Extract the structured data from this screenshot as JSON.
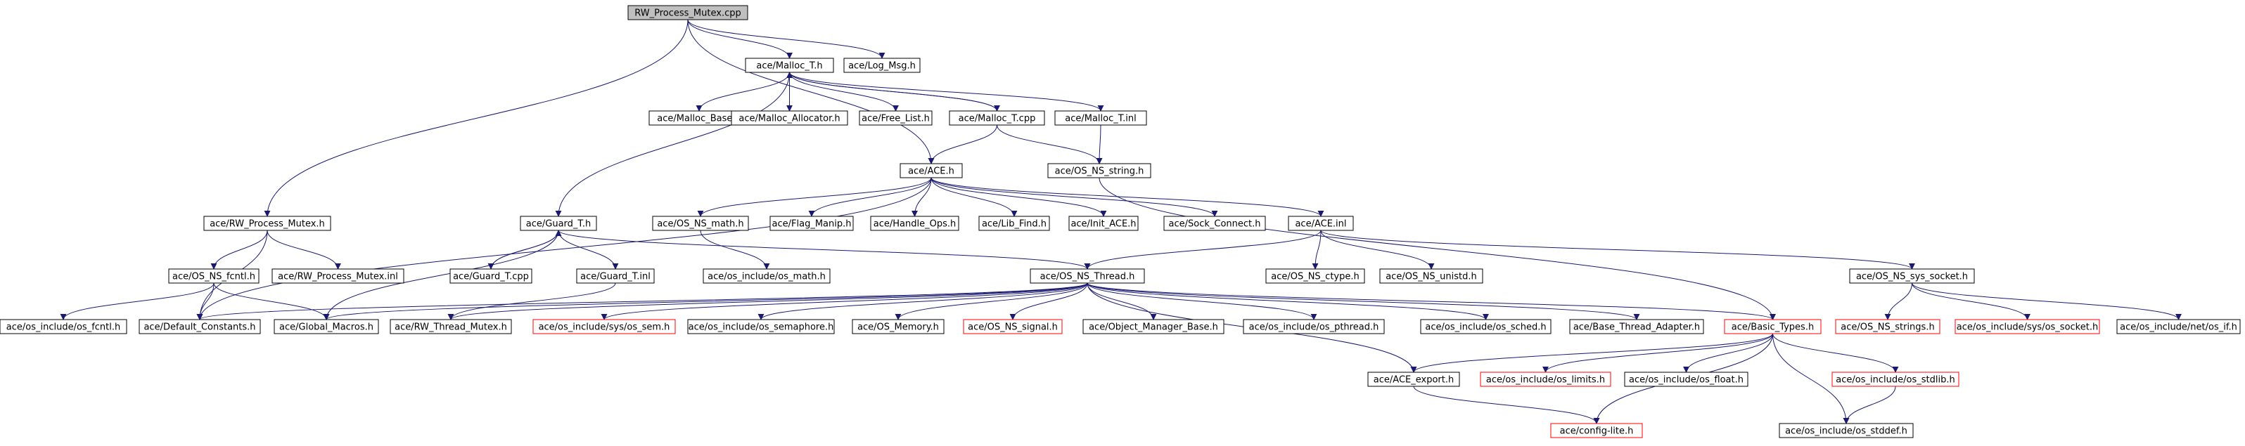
{
  "colors": {
    "edge": "#191970",
    "root_fill": "#bfbfbf",
    "node_fill": "#ffffff",
    "node_border": "#000000",
    "missing_border": "#ff0000"
  },
  "nodes": {
    "rw_process_mutex_cpp": {
      "label": "RW_Process_Mutex.cpp"
    },
    "malloc_t_h": {
      "label": "ace/Malloc_T.h"
    },
    "log_msg_h": {
      "label": "ace/Log_Msg.h"
    },
    "malloc_base_h": {
      "label": "ace/Malloc_Base.h"
    },
    "malloc_allocator_h": {
      "label": "ace/Malloc_Allocator.h"
    },
    "free_list_h": {
      "label": "ace/Free_List.h"
    },
    "malloc_t_cpp": {
      "label": "ace/Malloc_T.cpp"
    },
    "malloc_t_inl": {
      "label": "ace/Malloc_T.inl"
    },
    "ace_h": {
      "label": "ace/ACE.h"
    },
    "os_ns_string_h": {
      "label": "ace/OS_NS_string.h"
    },
    "rw_process_mutex_h": {
      "label": "ace/RW_Process_Mutex.h"
    },
    "guard_t_h": {
      "label": "ace/Guard_T.h"
    },
    "os_ns_math_h": {
      "label": "ace/OS_NS_math.h"
    },
    "flag_manip_h": {
      "label": "ace/Flag_Manip.h"
    },
    "handle_ops_h": {
      "label": "ace/Handle_Ops.h"
    },
    "lib_find_h": {
      "label": "ace/Lib_Find.h"
    },
    "init_ace_h": {
      "label": "ace/Init_ACE.h"
    },
    "sock_connect_h": {
      "label": "ace/Sock_Connect.h"
    },
    "ace_inl": {
      "label": "ace/ACE.inl"
    },
    "os_ns_fcntl_h": {
      "label": "ace/OS_NS_fcntl.h"
    },
    "rw_process_mutex_inl": {
      "label": "ace/RW_Process_Mutex.inl"
    },
    "guard_t_cpp": {
      "label": "ace/Guard_T.cpp"
    },
    "guard_t_inl": {
      "label": "ace/Guard_T.inl"
    },
    "os_math_h": {
      "label": "ace/os_include/os_math.h"
    },
    "os_ns_thread_h": {
      "label": "ace/OS_NS_Thread.h"
    },
    "os_ns_ctype_h": {
      "label": "ace/OS_NS_ctype.h"
    },
    "os_ns_unistd_h": {
      "label": "ace/OS_NS_unistd.h"
    },
    "os_ns_sys_socket_h": {
      "label": "ace/OS_NS_sys_socket.h"
    },
    "os_fcntl_h": {
      "label": "ace/os_include/os_fcntl.h"
    },
    "default_constants_h": {
      "label": "ace/Default_Constants.h"
    },
    "global_macros_h": {
      "label": "ace/Global_Macros.h"
    },
    "rw_thread_mutex_h": {
      "label": "ace/RW_Thread_Mutex.h"
    },
    "os_sem_h": {
      "label": "ace/os_include/sys/os_sem.h"
    },
    "os_semaphore_h": {
      "label": "ace/os_include/os_semaphore.h"
    },
    "os_memory_h": {
      "label": "ace/OS_Memory.h"
    },
    "os_ns_signal_h": {
      "label": "ace/OS_NS_signal.h"
    },
    "object_manager_base_h": {
      "label": "ace/Object_Manager_Base.h"
    },
    "os_pthread_h": {
      "label": "ace/os_include/os_pthread.h"
    },
    "os_sched_h": {
      "label": "ace/os_include/os_sched.h"
    },
    "base_thread_adapter_h": {
      "label": "ace/Base_Thread_Adapter.h"
    },
    "basic_types_h": {
      "label": "ace/Basic_Types.h"
    },
    "os_ns_strings_h": {
      "label": "ace/OS_NS_strings.h"
    },
    "os_socket_h": {
      "label": "ace/os_include/sys/os_socket.h"
    },
    "os_if_h": {
      "label": "ace/os_include/net/os_if.h"
    },
    "ace_export_h": {
      "label": "ace/ACE_export.h"
    },
    "os_limits_h": {
      "label": "ace/os_include/os_limits.h"
    },
    "os_float_h": {
      "label": "ace/os_include/os_float.h"
    },
    "os_stdlib_h": {
      "label": "ace/os_include/os_stdlib.h"
    },
    "config_lite_h": {
      "label": "ace/config-lite.h"
    },
    "os_stddef_h": {
      "label": "ace/os_include/os_stddef.h"
    }
  }
}
